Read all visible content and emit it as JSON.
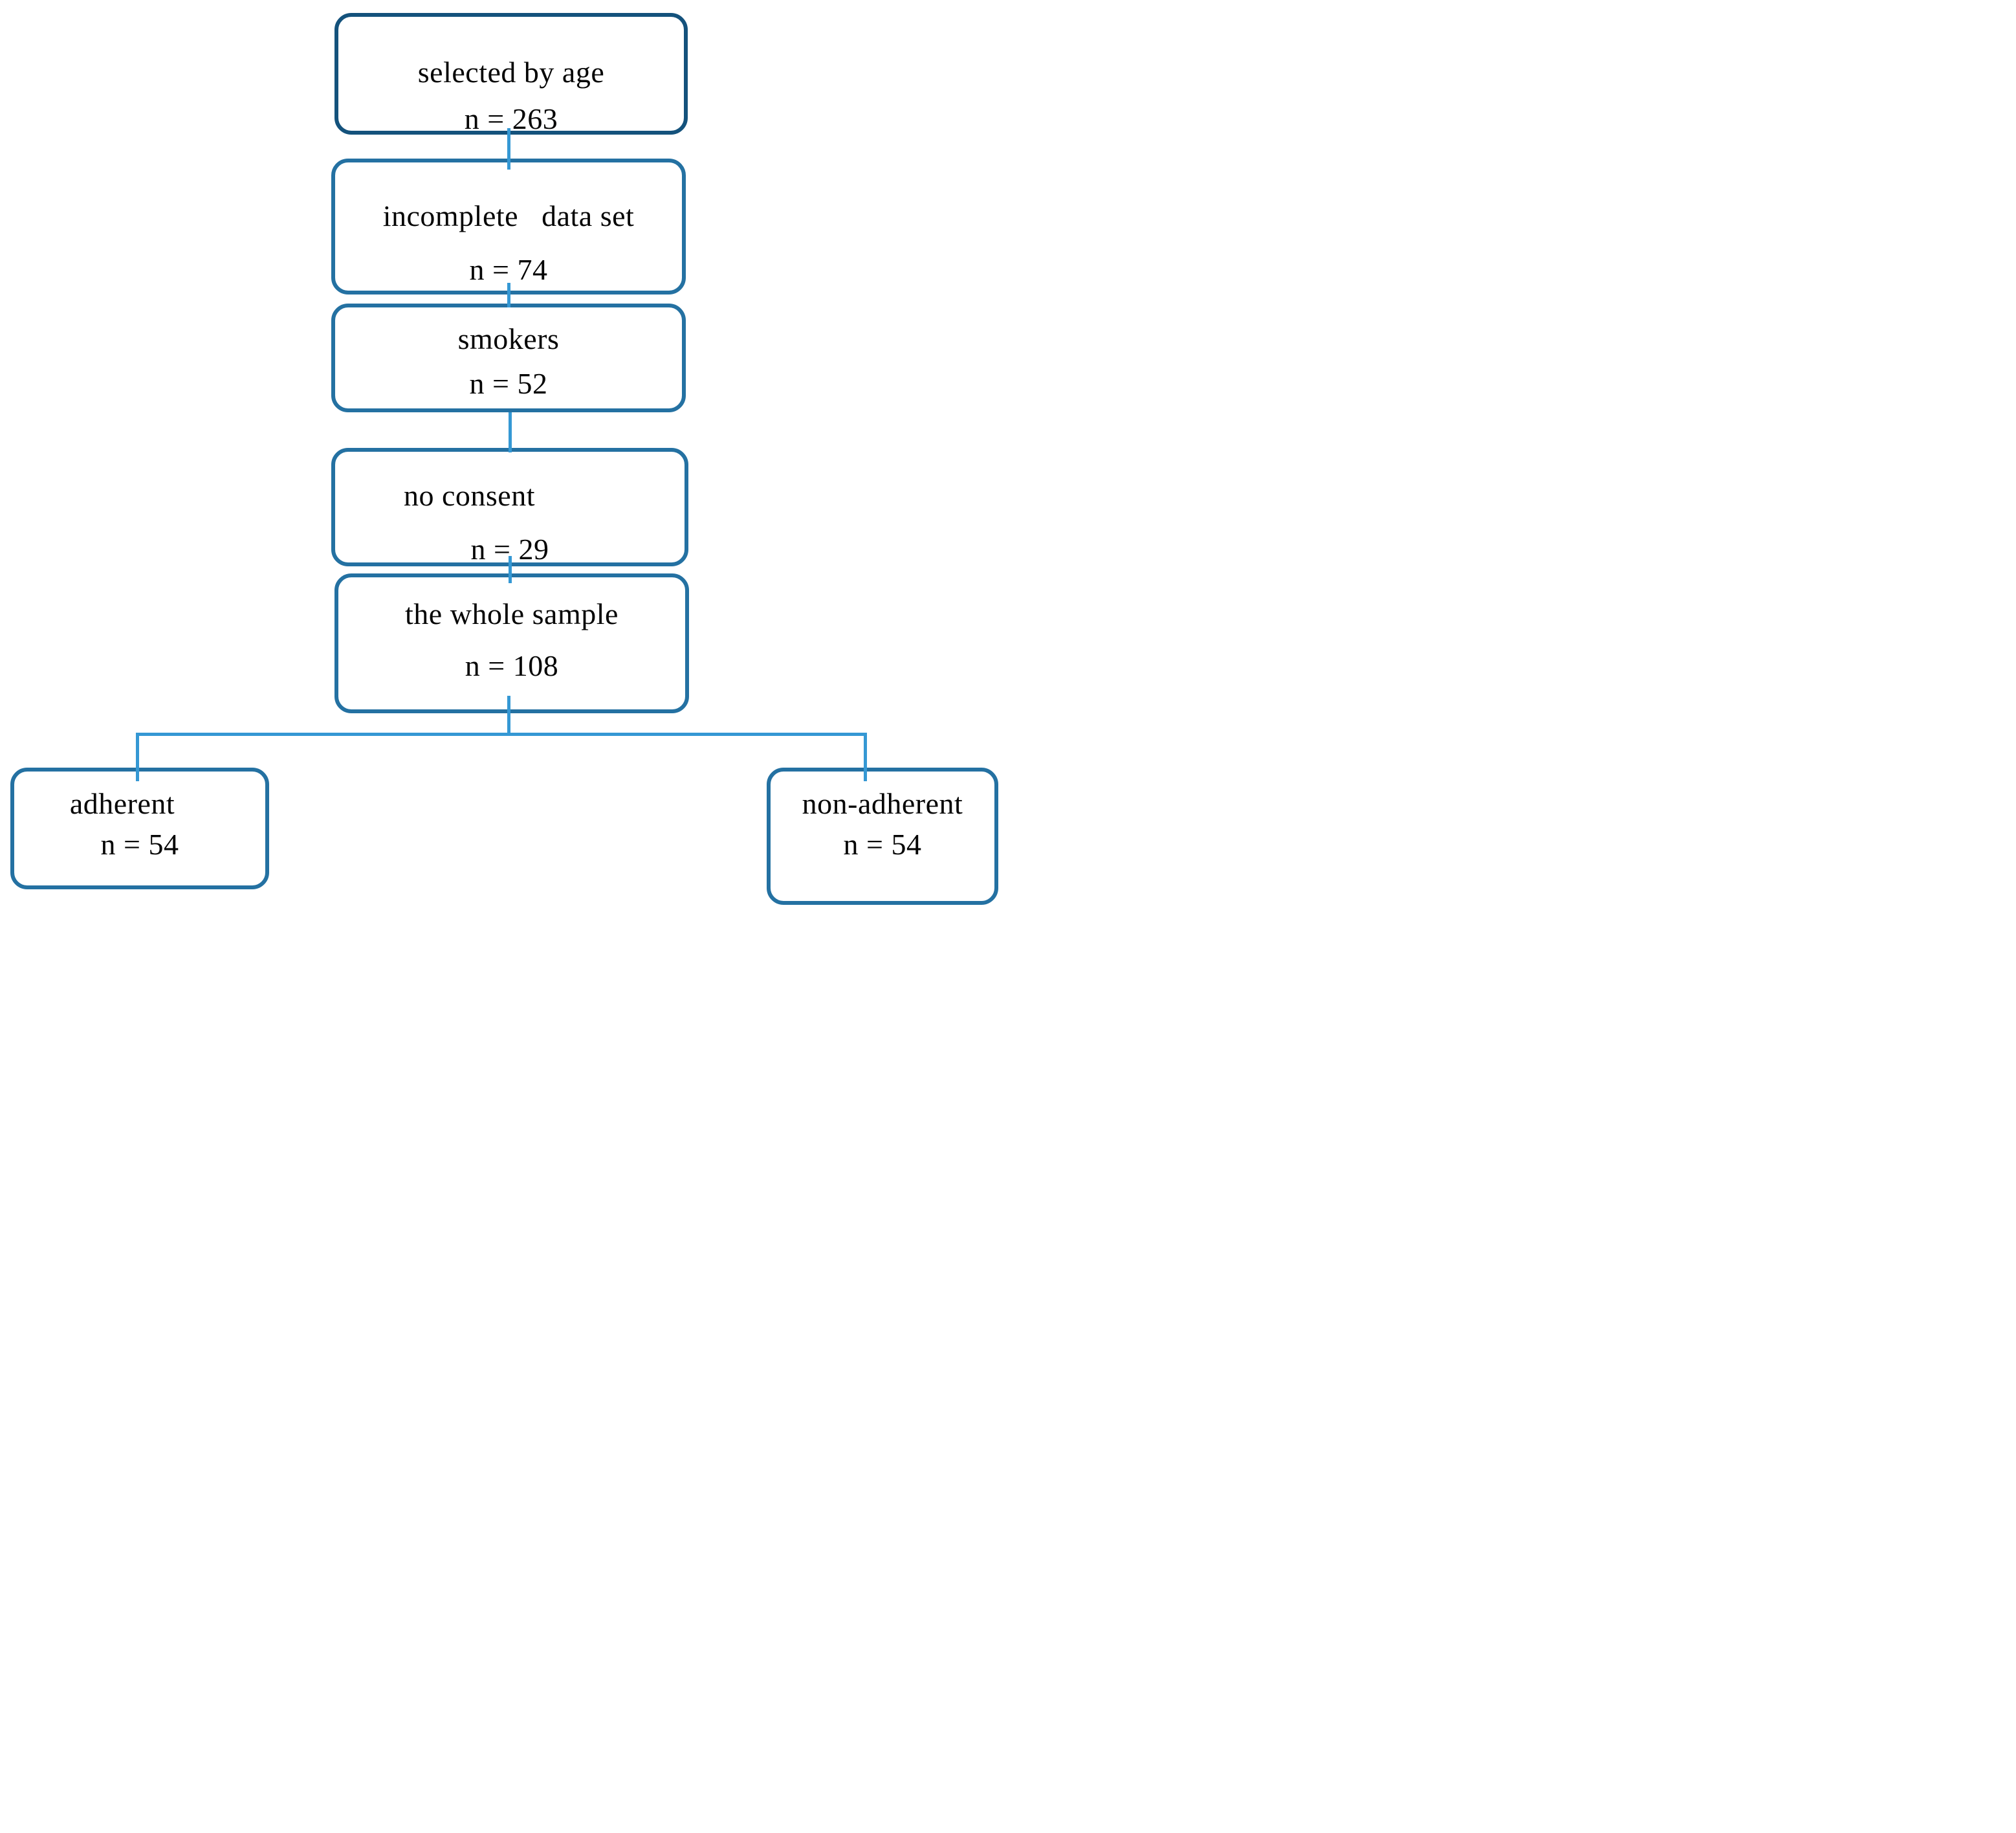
{
  "diagram": {
    "type": "flowchart",
    "title": "participant selection flow",
    "nodes": [
      {
        "id": "selected-by-age",
        "label": "selected by age",
        "value": "n = 263"
      },
      {
        "id": "incomplete-data-set",
        "label": "incomplete   data set",
        "value": "n = 74"
      },
      {
        "id": "smokers",
        "label": "smokers",
        "value": "n = 52"
      },
      {
        "id": "no-consent",
        "label": "no consent",
        "value": "n = 29"
      },
      {
        "id": "whole-sample",
        "label": "the whole sample",
        "value": "n = 108"
      },
      {
        "id": "adherent",
        "label": "adherent",
        "value": "n = 54"
      },
      {
        "id": "non-adherent",
        "label": "non-adherent",
        "value": "n = 54"
      }
    ],
    "edges": [
      {
        "from": "selected-by-age",
        "to": "incomplete-data-set"
      },
      {
        "from": "incomplete-data-set",
        "to": "smokers"
      },
      {
        "from": "smokers",
        "to": "no-consent"
      },
      {
        "from": "no-consent",
        "to": "whole-sample"
      },
      {
        "from": "whole-sample",
        "to": "adherent"
      },
      {
        "from": "whole-sample",
        "to": "non-adherent"
      }
    ],
    "colors": {
      "border_dark": "#14527c",
      "border_mid": "#2471a2",
      "connector": "#3598d4",
      "text": "#050505",
      "background": "#ffffff"
    }
  }
}
